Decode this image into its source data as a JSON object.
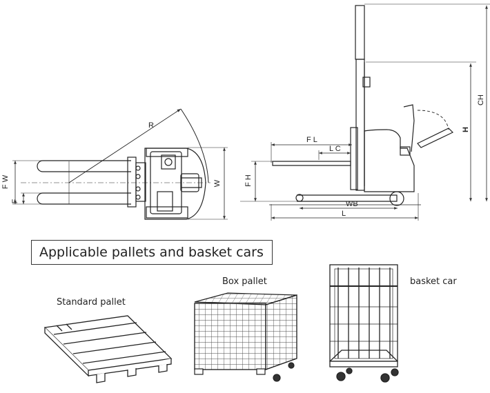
{
  "section_title": "Applicable pallets and basket cars",
  "top_view": {
    "dimension_labels": {
      "fork_width": "F W",
      "fork": "F",
      "radius": "R",
      "width": "W"
    }
  },
  "side_view": {
    "dimension_labels": {
      "fork_length": "F L",
      "load_center": "L C",
      "fork_height": "F H",
      "wheelbase": "WB",
      "length": "L",
      "max_height": "CH",
      "handle_height": "H"
    }
  },
  "pallets": [
    {
      "label": "Standard pallet"
    },
    {
      "label": "Box pallet"
    },
    {
      "label": "basket car"
    }
  ]
}
